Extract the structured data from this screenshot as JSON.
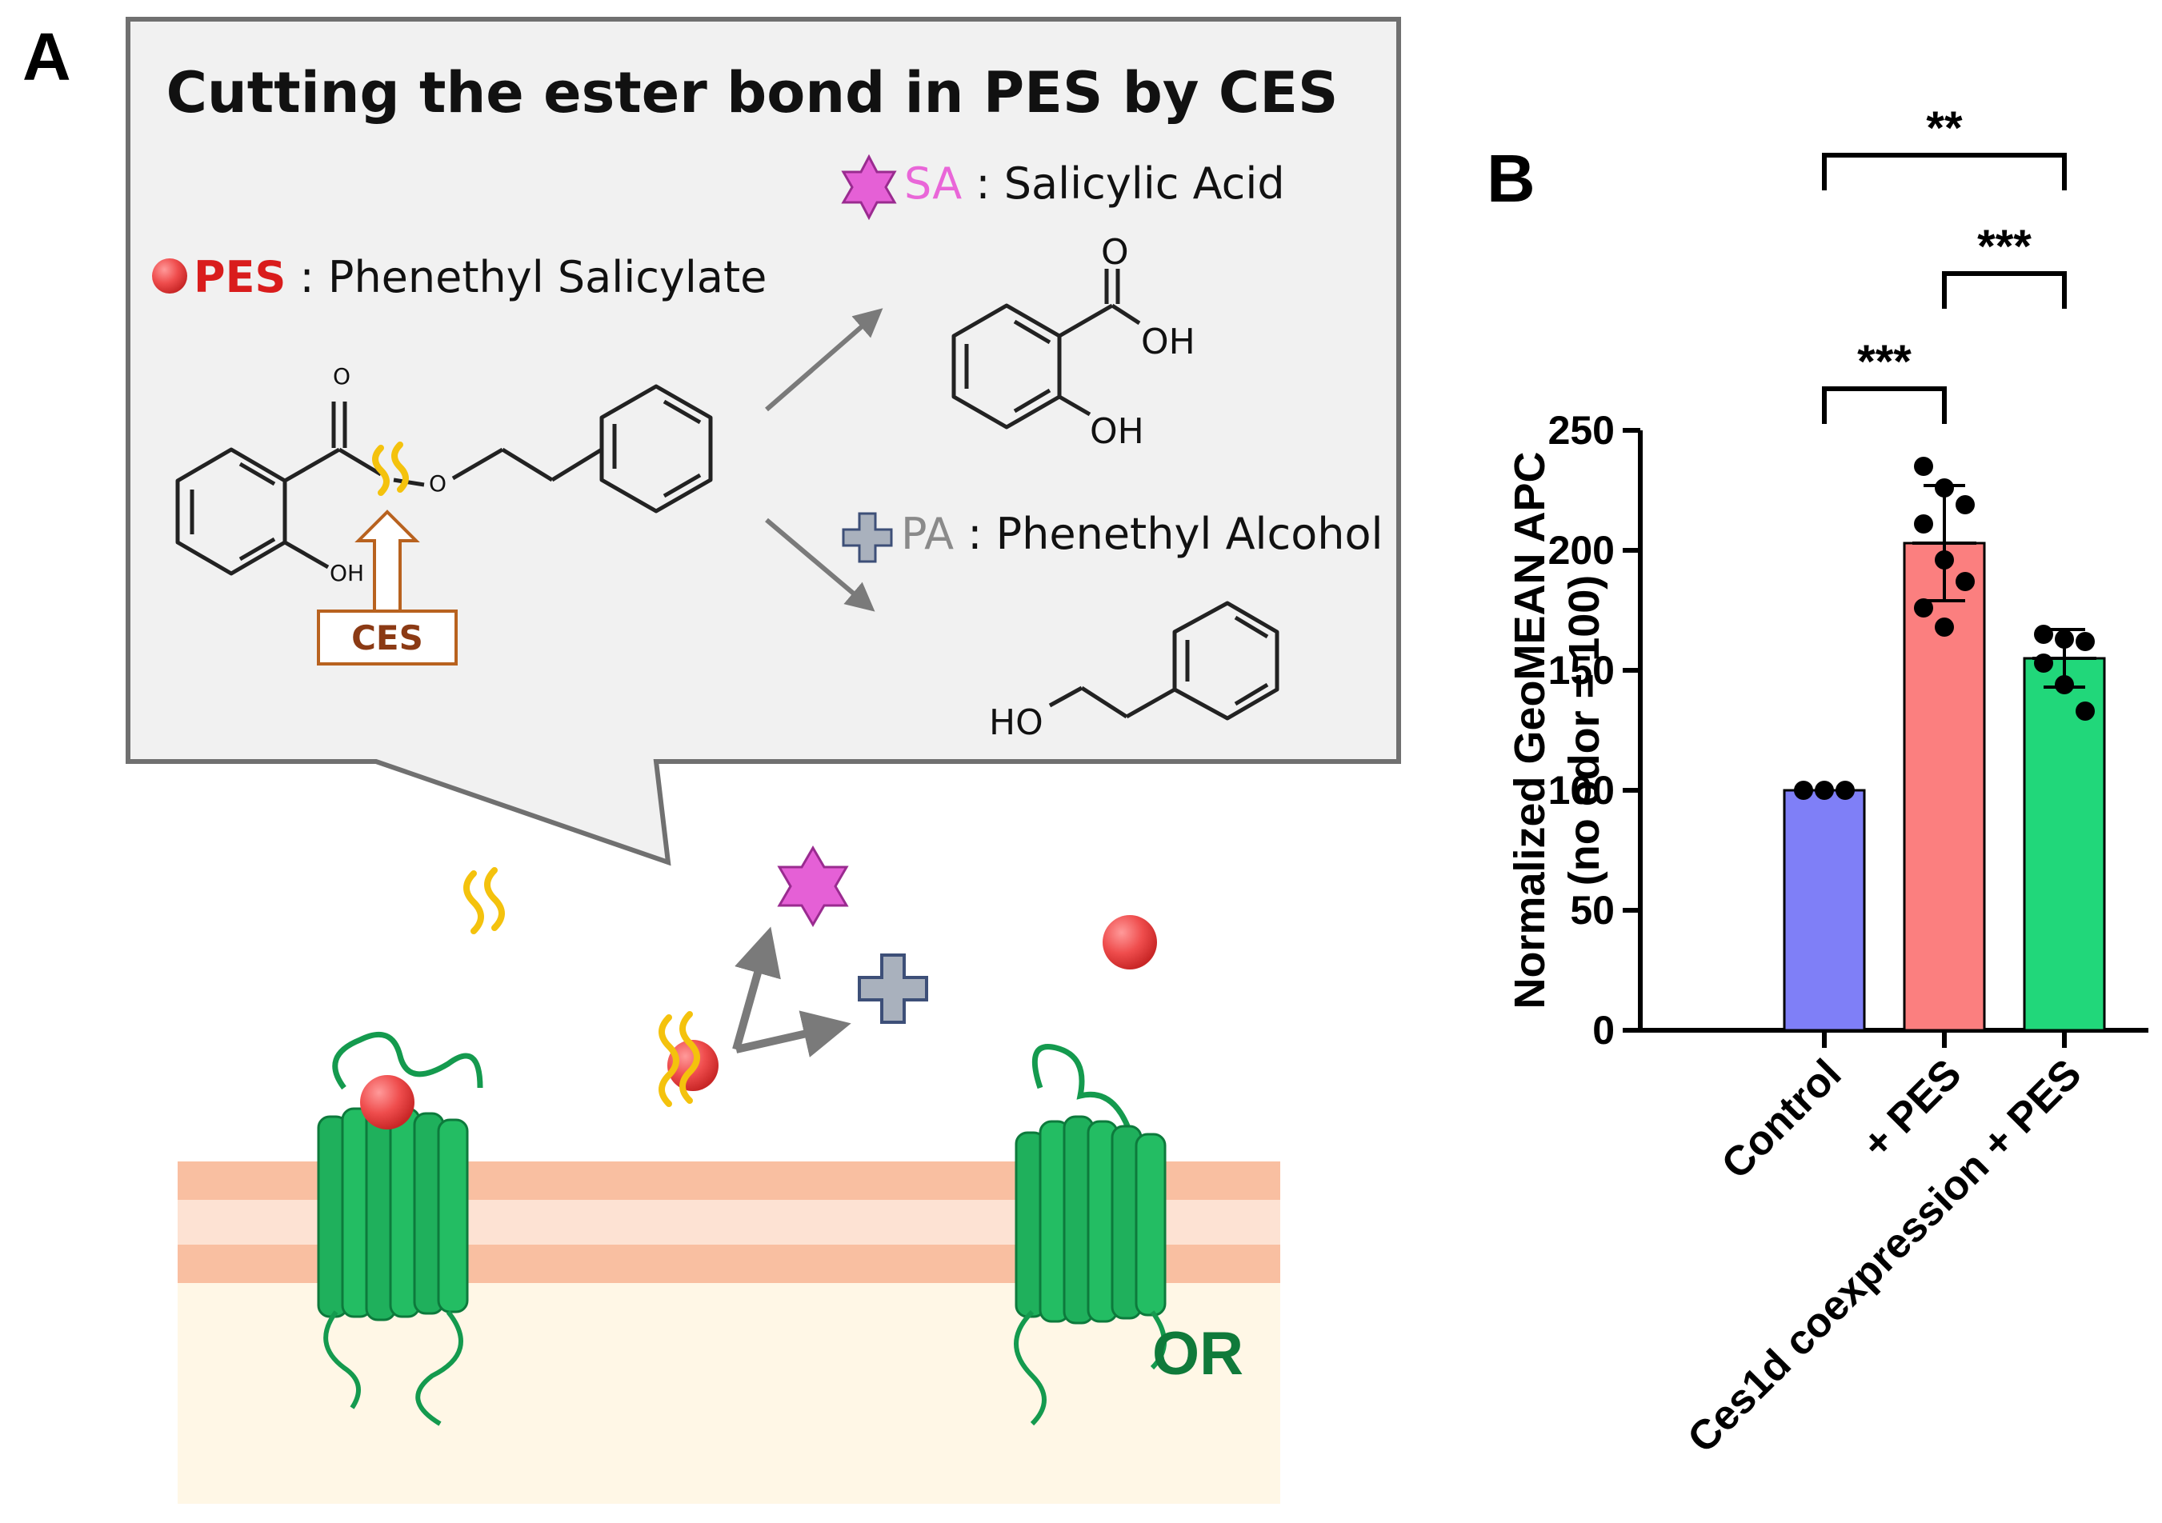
{
  "panel_a": {
    "label": "A",
    "title": "Cutting the ester bond in PES by CES",
    "pes": {
      "abbr": "PES",
      "sep": " : ",
      "name": "Phenethyl Salicylate"
    },
    "sa": {
      "abbr": "SA",
      "sep": " : ",
      "name": "Salicylic Acid"
    },
    "pa": {
      "abbr": "PA",
      "sep": " : ",
      "name": "Phenethyl Alcohol"
    },
    "enzyme": "CES",
    "atoms": {
      "o": "O",
      "oh": "OH",
      "ho": "HO"
    },
    "receptor_label": "OR"
  },
  "chart_data": {
    "type": "bar",
    "panel_label": "B",
    "categories": [
      "Control",
      "+ PES",
      "Ces1d coexpression + PES"
    ],
    "values": [
      100,
      203,
      155
    ],
    "errors": [
      0,
      24,
      12
    ],
    "points": [
      [
        100,
        100,
        100
      ],
      [
        235,
        226,
        219,
        211,
        196,
        187,
        176,
        168
      ],
      [
        165,
        163,
        162,
        153,
        144,
        133
      ]
    ],
    "ylabel": "Normalized GeoMEAN APC",
    "ylabel2": "(no odor = 100)",
    "ylim": [
      0,
      250
    ],
    "yticks": [
      0,
      50,
      100,
      150,
      200,
      250
    ],
    "colors": [
      "#7f7ff7",
      "#fb7f7f",
      "#21d77a"
    ],
    "significance": [
      {
        "from": 0,
        "to": 1,
        "label": "***"
      },
      {
        "from": 1,
        "to": 2,
        "label": "***"
      },
      {
        "from": 0,
        "to": 2,
        "label": "**"
      }
    ]
  }
}
